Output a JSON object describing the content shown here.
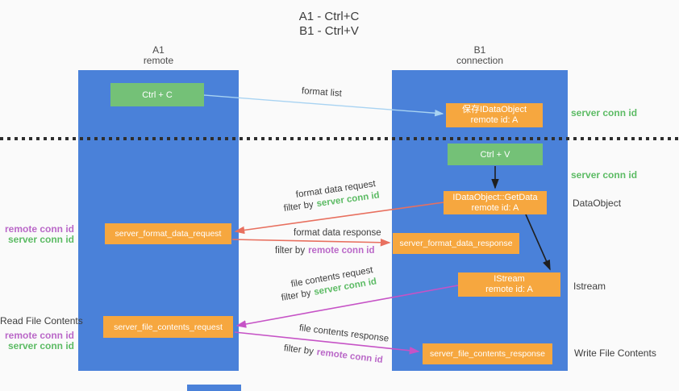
{
  "title": {
    "line1": "A1 - Ctrl+C",
    "line2": "B1 - Ctrl+V"
  },
  "lifelines": {
    "left": {
      "title": "A1",
      "subtitle": "remote"
    },
    "right": {
      "title": "B1",
      "subtitle": "connection"
    }
  },
  "boxes": {
    "ctrl_c": {
      "label": "Ctrl + C"
    },
    "save_idataobject": {
      "line1": "保存IDataObject",
      "line2": "remote id: A"
    },
    "ctrl_v": {
      "label": "Ctrl + V"
    },
    "getdata": {
      "line1": "IDataObject::GetData",
      "line2": "remote id: A"
    },
    "server_format_data_request": {
      "label": "server_format_data_request"
    },
    "server_format_data_response": {
      "label": "server_format_data_response"
    },
    "istream": {
      "line1": "IStream",
      "line2": "remote id: A"
    },
    "server_file_contents_request": {
      "label": "server_file_contents_request"
    },
    "server_file_contents_response": {
      "label": "server_file_contents_response"
    }
  },
  "arrows": {
    "format_list": {
      "label": "format list"
    },
    "format_data_request": {
      "label": "format data request",
      "filter_prefix": "filter by",
      "filter_key": "server conn id"
    },
    "format_data_response": {
      "label": "format data response",
      "filter_prefix": "filter by",
      "filter_key": "remote conn id"
    },
    "file_contents_request": {
      "label": "file contents request",
      "filter_prefix": "filter by",
      "filter_key": "server conn id"
    },
    "file_contents_response": {
      "label": "file contents response",
      "filter_prefix": "filter by",
      "filter_key": "remote conn id"
    }
  },
  "side_labels": {
    "right_server_conn_id_top": "server conn id",
    "right_server_conn_id_mid": "server conn id",
    "dataobject": "DataObject",
    "istream": "Istream",
    "write_file_contents": "Write File Contents",
    "left_remote_conn_id_top": "remote conn id",
    "left_server_conn_id_top": "server conn id",
    "read_file_contents": "Read File Contents",
    "left_remote_conn_id_bottom": "remote conn id",
    "left_server_conn_id_bottom": "server conn id"
  },
  "colors": {
    "lifeline_blue": "#4a81d9",
    "box_orange": "#f6a73f",
    "box_green": "#74c177",
    "green_text": "#5cbb64",
    "purple_text": "#ba68c8",
    "salmon_arrow": "#e8705f",
    "magenta_arrow": "#c653c6",
    "lightblue_arrow": "#a8d3f2",
    "black_arrow": "#1f1f1f",
    "dark_text": "#3d3d3d",
    "background": "#fafafa"
  }
}
